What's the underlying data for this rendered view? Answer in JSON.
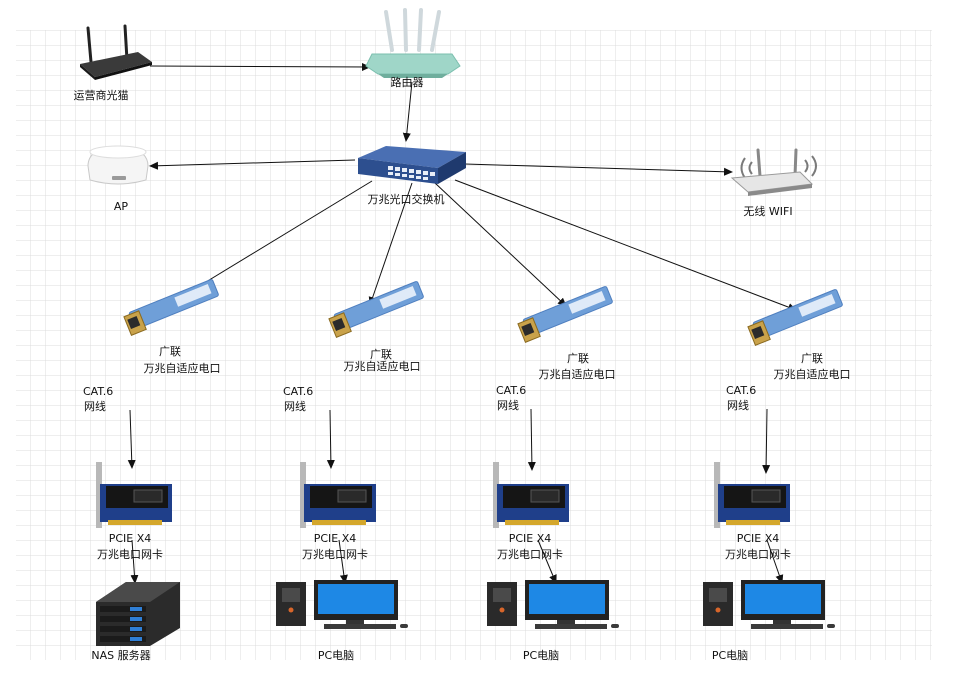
{
  "nodes": {
    "modem": "运营商光猫",
    "router": "路由器",
    "ap": "AP",
    "switch": "万兆光口交换机",
    "wifi": "无线 WIFI"
  },
  "branches": [
    {
      "sfp_brand": "广联",
      "sfp_name": "万兆自适应电口",
      "cable_line1": "CAT.6",
      "cable_line2": "网线",
      "nic_line1": "PCIE X4",
      "nic_line2": "万兆电口网卡",
      "device": "NAS 服务器",
      "device_type": "nas"
    },
    {
      "sfp_brand": "广联",
      "sfp_name": "万兆自适应电口",
      "cable_line1": "CAT.6",
      "cable_line2": "网线",
      "nic_line1": "PCIE X4",
      "nic_line2": "万兆电口网卡",
      "device": "PC电脑",
      "device_type": "pc"
    },
    {
      "sfp_brand": "广联",
      "sfp_name": "万兆自适应电口",
      "cable_line1": "CAT.6",
      "cable_line2": "网线",
      "nic_line1": "PCIE X4",
      "nic_line2": "万兆电口网卡",
      "device": "PC电脑",
      "device_type": "pc"
    },
    {
      "sfp_brand": "广联",
      "sfp_name": "万兆自适应电口",
      "cable_line1": "CAT.6",
      "cable_line2": "网线",
      "nic_line1": "PCIE X4",
      "nic_line2": "万兆电口网卡",
      "device": "PC电脑",
      "device_type": "pc"
    }
  ],
  "colors": {
    "grid": "#d9d9d9",
    "switch_blue": "#2d4f8f",
    "sfp_blue": "#6f9fd8",
    "nic_board": "#1f3f8a",
    "monitor_blue": "#1e88e5",
    "nas_dark": "#2b2b2b",
    "nas_accent": "#2f7fd6"
  }
}
